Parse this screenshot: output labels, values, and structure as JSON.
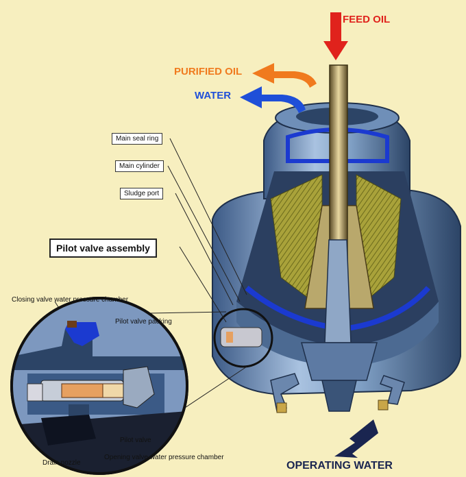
{
  "labels": {
    "feed_oil": "FEED OIL",
    "purified_oil": "PURIFIED OIL",
    "water": "WATER",
    "operating_water": "OPERATING WATER",
    "main_seal_ring": "Main seal ring",
    "main_cylinder": "Main cylinder",
    "sludge_port": "Sludge port",
    "pilot_valve_assembly": "Pilot valve assembly",
    "closing_chamber": "Closing valve water pressure chamber",
    "pilot_valve_packing": "Pilot valve packing",
    "pilot_valve": "Pilot valve",
    "opening_chamber": "Opening valve water pressure chamber",
    "drain_nozzle": "Drain nozzle"
  },
  "colors": {
    "background": "#f7efbf",
    "feed_oil": "#e0221c",
    "purified_oil": "#f07a1e",
    "water": "#1f4fd8",
    "operating_water": "#1a2550",
    "machine_body": "#7f9fc4",
    "machine_dark": "#2c4466",
    "bowl_water": "#1b3ad0",
    "discs": "#b8b040",
    "shaft": "#c0a868"
  }
}
